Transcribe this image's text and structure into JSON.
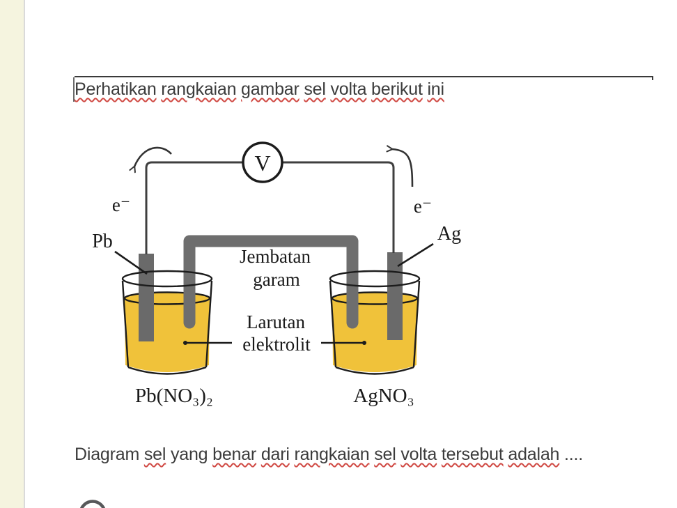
{
  "page": {
    "background": "#ffffff",
    "margin_strip_color": "#f5f4df",
    "text_color": "#3c3c3c",
    "squiggle_color": "#d04a44"
  },
  "instruction": {
    "words": [
      {
        "t": "Perhatikan",
        "m": true
      },
      {
        "t": "rangkaian",
        "m": true
      },
      {
        "t": "gambar",
        "m": true
      },
      {
        "t": "sel",
        "m": true
      },
      {
        "t": "volta",
        "m": true
      },
      {
        "t": "berikut",
        "m": true
      },
      {
        "t": "ini",
        "m": true
      }
    ]
  },
  "question": {
    "words": [
      {
        "t": "Diagram",
        "m": false
      },
      {
        "t": "sel",
        "m": true
      },
      {
        "t": "yang",
        "m": false
      },
      {
        "t": "benar",
        "m": true
      },
      {
        "t": "dari",
        "m": true
      },
      {
        "t": "rangkaian",
        "m": true
      },
      {
        "t": "sel",
        "m": true
      },
      {
        "t": "volta",
        "m": true
      },
      {
        "t": "tersebut",
        "m": true
      },
      {
        "t": "adalah",
        "m": true
      },
      {
        "t": "....",
        "m": false
      }
    ]
  },
  "diagram": {
    "voltmeter_label": "V",
    "electron_label_left": "e⁻",
    "electron_label_right": "e⁻",
    "anode_label": "Pb",
    "cathode_label": "Ag",
    "salt_bridge_line1": "Jembatan",
    "salt_bridge_line2": "garam",
    "electrolyte_line1": "Larutan",
    "electrolyte_line2": "elektrolit",
    "left_solution_label": "Pb(NO₃)₂",
    "right_solution_label": "AgNO₃",
    "colors": {
      "solution": "#f0c23a",
      "electrode": "#6a6a6a",
      "salt_bridge": "#6e6e6e",
      "wire": "#3f3f3f",
      "outline": "#1c1c1c"
    }
  }
}
